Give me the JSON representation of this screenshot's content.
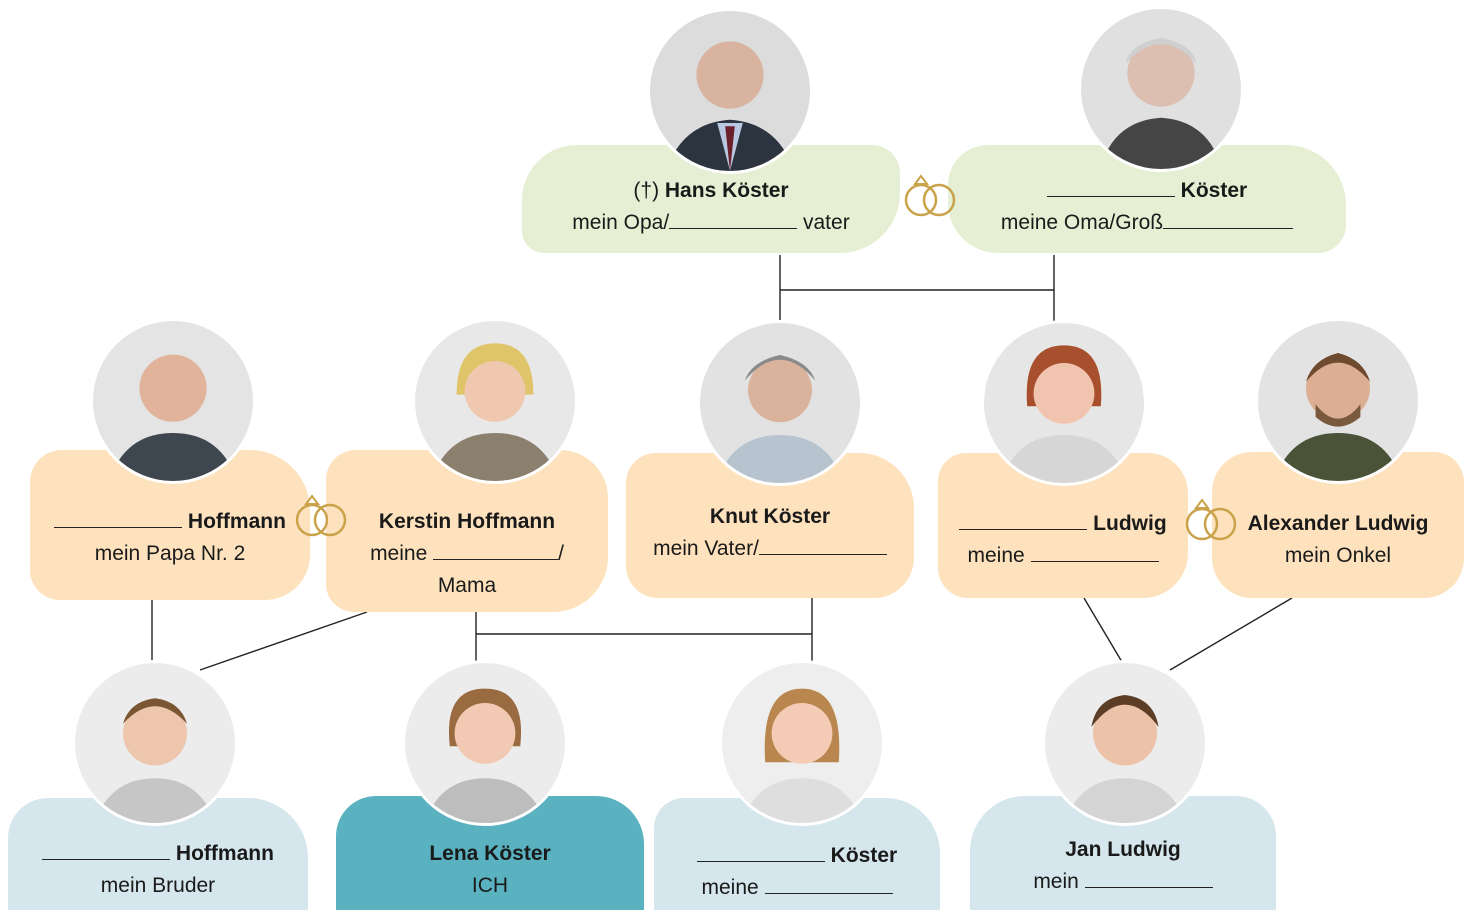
{
  "colors": {
    "green": "#e6efd3",
    "orange": "#fde2bd",
    "blue": "#d5e6ec",
    "teal": "#5ab2c1",
    "ring": "#c9a24a"
  },
  "icons": {
    "marriage": "wedding-rings-icon"
  },
  "opa": {
    "prefix": "(†) ",
    "name": "Hans Köster",
    "line2_pre": "mein Opa/",
    "line2_post": " vater"
  },
  "oma": {
    "name": " Köster",
    "line2_pre": "meine Oma/Groß"
  },
  "papa2": {
    "name": " Hoffmann",
    "line2": "mein Papa Nr. 2"
  },
  "kerstin": {
    "name": "Kerstin Hoffmann",
    "line2_pre": "meine ",
    "line2_post": "/",
    "line3": "Mama"
  },
  "knut": {
    "name": "Knut Köster",
    "line2_pre": "mein Vater/"
  },
  "tante": {
    "name": " Ludwig",
    "line2_pre": "meine "
  },
  "alexander": {
    "name": "Alexander Ludwig",
    "line2": "mein Onkel"
  },
  "bruder": {
    "name": " Hoffmann",
    "line2": "mein Bruder"
  },
  "lena": {
    "name": "Lena Köster",
    "line2": "ICH"
  },
  "schwester": {
    "name": " Köster",
    "line2_pre": "meine "
  },
  "jan": {
    "name": "Jan Ludwig",
    "line2_pre": "mein "
  }
}
